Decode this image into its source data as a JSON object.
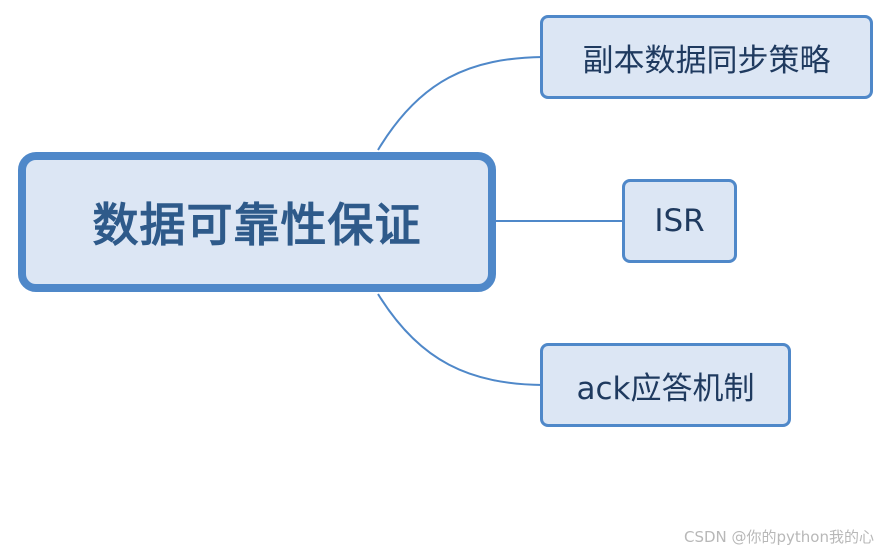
{
  "central_topic": "数据可靠性保证",
  "subtopics": [
    {
      "label": "副本数据同步策略"
    },
    {
      "label": "ISR"
    },
    {
      "label": "ack应答机制"
    }
  ],
  "watermark": "CSDN @你的python我的心",
  "colors": {
    "node_fill": "#dce6f4",
    "node_border": "#4f88c9",
    "connector": "#4f88c9",
    "central_text": "#2e5a8a",
    "child_text": "#1f3a5f"
  }
}
